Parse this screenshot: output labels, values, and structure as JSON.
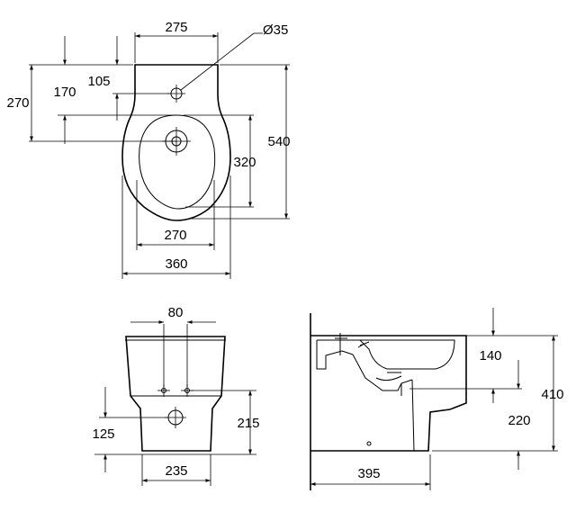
{
  "top_view": {
    "width_275": "275",
    "hole_dia": "Ø35",
    "d_105": "105",
    "d_170": "170",
    "d_270": "270",
    "d_540": "540",
    "d_320": "320",
    "bowl_270": "270",
    "width_360": "360"
  },
  "front_view": {
    "d_80": "80",
    "d_215": "215",
    "d_125": "125",
    "d_235": "235"
  },
  "side_view": {
    "d_140": "140",
    "d_410": "410",
    "d_220": "220",
    "d_395": "395"
  }
}
